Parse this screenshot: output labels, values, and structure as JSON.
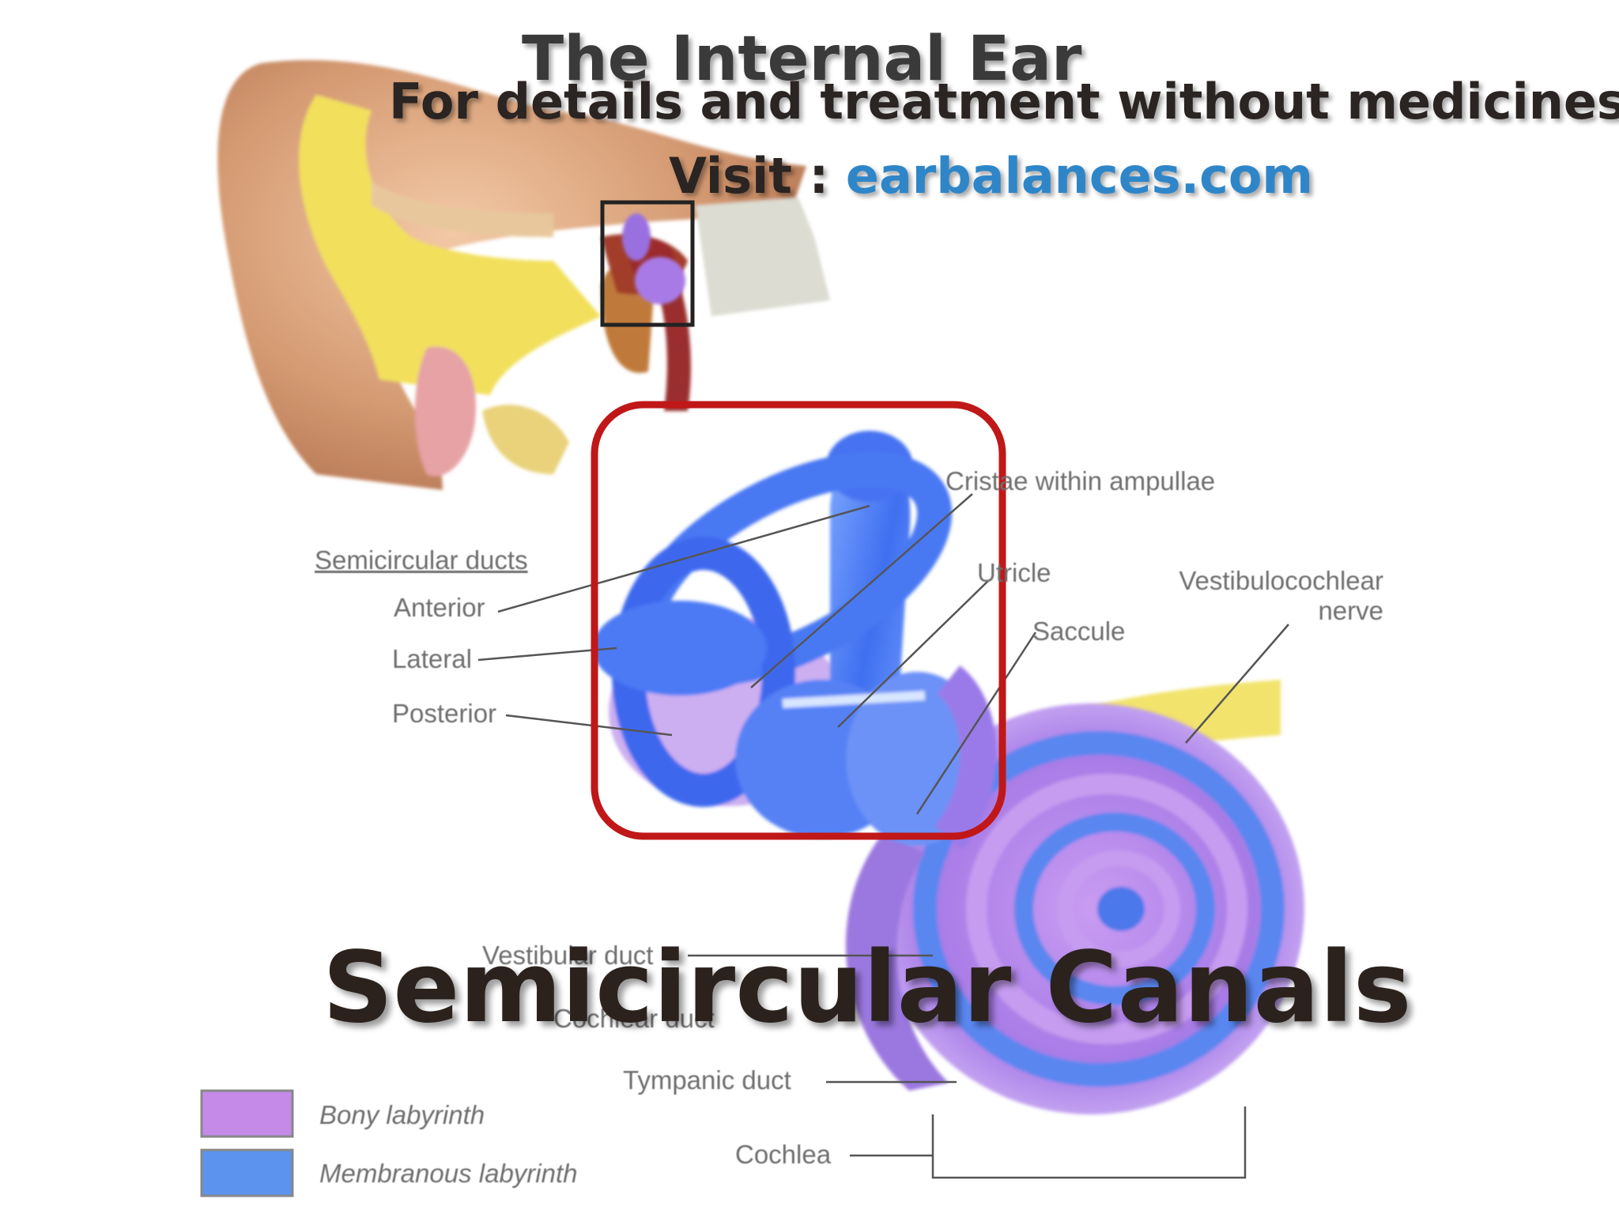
{
  "slide": {
    "title": "The Internal Ear",
    "banner_line1": "For details and treatment without medicines",
    "banner_visit": "Visit : ",
    "banner_url": "earbalances.com",
    "caption": "Semicircular Canals"
  },
  "labels": {
    "semicircular_ducts": "Semicircular ducts",
    "anterior": "Anterior",
    "lateral": "Lateral",
    "posterior": "Posterior",
    "cristae": "Cristae within ampullae",
    "utricle": "Utricle",
    "saccule": "Saccule",
    "nerve_line1": "Vestibulocochlear",
    "nerve_line2": "nerve",
    "vestibular_duct": "Vestibular duct",
    "cochlear_duct": "Cochlear duct",
    "tympanic_duct": "Tympanic duct",
    "cochlea": "Cochlea"
  },
  "legend": [
    {
      "label": "Bony labyrinth",
      "color": "#c58ae8"
    },
    {
      "label": "Membranous labyrinth",
      "color": "#5b93ef"
    }
  ],
  "colors": {
    "highlight_box": "#c01818",
    "membranous": "#4f7cf5",
    "bony": "#b46ee8",
    "nerve": "#f0e06a",
    "skin": "#d9a07a"
  }
}
